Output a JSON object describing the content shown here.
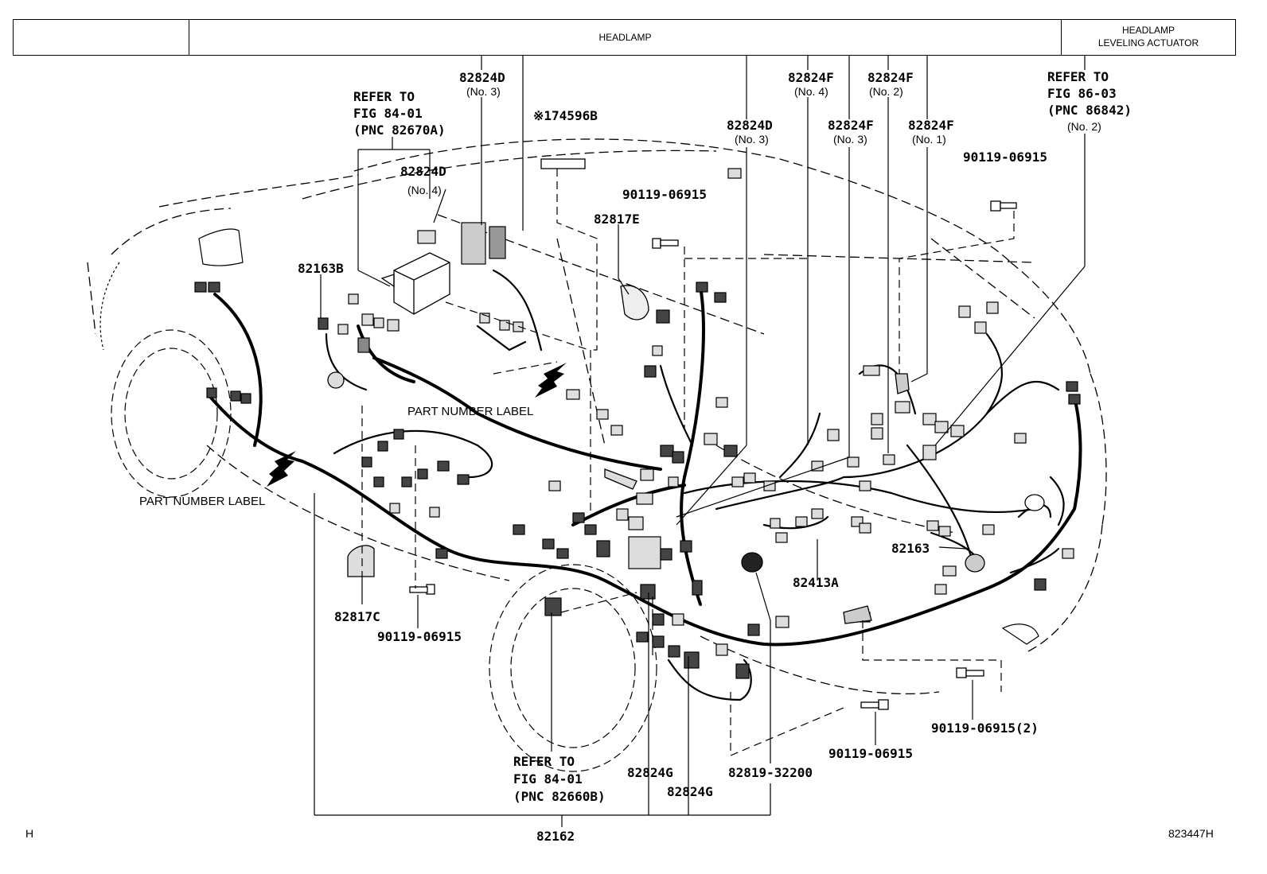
{
  "header": {
    "cells": [
      {
        "id": "headlamp",
        "text": "HEADLAMP"
      },
      {
        "id": "leveling",
        "line1": "HEADLAMP",
        "line2": "LEVELING ACTUATOR"
      }
    ]
  },
  "callouts": {
    "p82824d_no3_top": "82824D",
    "p82824d_no3_top_sub": "(No. 3)",
    "p82824d_no4": "82824D",
    "p82824d_no4_sub": "(No. 4)",
    "p82824d_no3_mid": "82824D",
    "p82824d_no3_mid_sub": "(No. 3)",
    "p82824f_no4": "82824F",
    "p82824f_no4_sub": "(No. 4)",
    "p82824f_no2": "82824F",
    "p82824f_no2_sub": "(No. 2)",
    "p82824f_no3": "82824F",
    "p82824f_no3_sub": "(No. 3)",
    "p82824f_no1": "82824F",
    "p82824f_no1_sub": "(No. 1)",
    "p174596b": "※174596B",
    "p82817e": "82817E",
    "p82163b": "82163B",
    "p82163": "82163",
    "p82413a": "82413A",
    "p82817c": "82817C",
    "p90119_a": "90119-06915",
    "p90119_b": "90119-06915",
    "p90119_c": "90119-06915",
    "p90119_d": "90119-06915",
    "p90119_2": "90119-06915(2)",
    "p82824g_a": "82824G",
    "p82824g_b": "82824G",
    "p82819": "82819-32200",
    "p82162": "82162"
  },
  "refer_notes": {
    "left": [
      "REFER TO",
      "FIG 84-01",
      "(PNC 82670A)"
    ],
    "right": [
      "REFER TO",
      "FIG 86-03",
      "(PNC 86842)",
      "(No. 2)"
    ],
    "bottom": [
      "REFER TO",
      "FIG 84-01",
      "(PNC 82660B)"
    ]
  },
  "labels": {
    "part_number_label_1": "PART NUMBER LABEL",
    "part_number_label_2": "PART NUMBER LABEL"
  },
  "corner": {
    "left": "H",
    "right": "823447H"
  }
}
